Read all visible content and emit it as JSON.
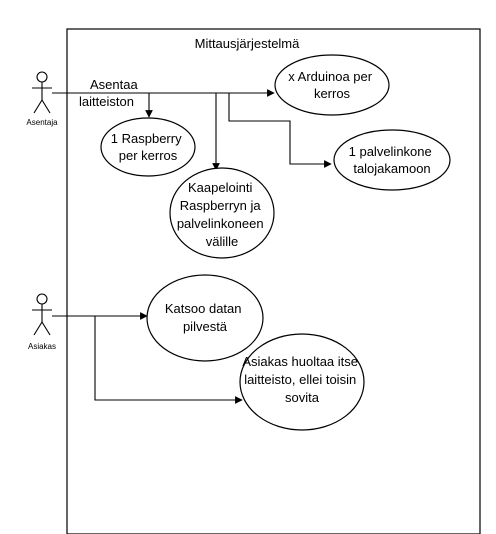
{
  "system": {
    "title": "Mittausjärjestelmä"
  },
  "actors": {
    "installer": {
      "name": "Asentaja"
    },
    "customer": {
      "name": "Asiakas"
    }
  },
  "edge_labels": {
    "install": [
      "Asentaa",
      "laitteiston"
    ]
  },
  "use_cases": {
    "arduino": [
      "x Arduinoa per",
      "kerros"
    ],
    "raspberry": [
      "1 Raspberry",
      "per kerros"
    ],
    "server": [
      "1 palvelinkone",
      "talojakamoon"
    ],
    "cabling": [
      "Kaapelointi",
      "Raspberryn ja",
      "palvelinkoneen",
      "välille"
    ],
    "cloud": [
      "Katsoo datan",
      "pilvestä"
    ],
    "maintenance": [
      "Asiakas huoltaa itse",
      "laitteisto, ellei toisin",
      "sovita"
    ]
  }
}
